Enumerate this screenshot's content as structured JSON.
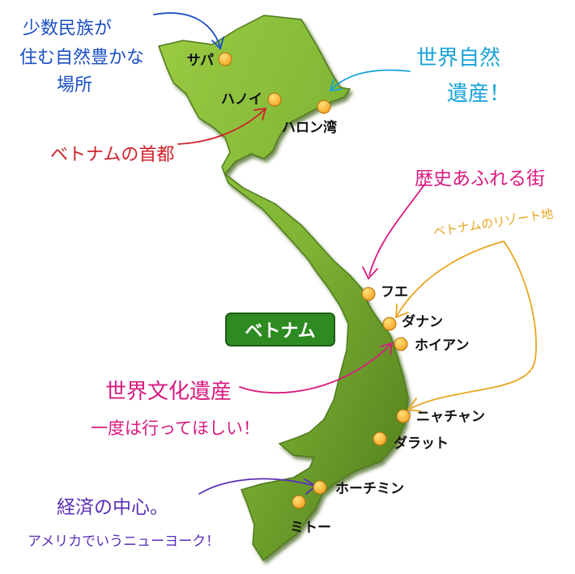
{
  "colors": {
    "land": "#7fb434",
    "land_highlight": "#9acb43",
    "land_shadow": "#4e7a1d",
    "outline": "#4f7a1f",
    "dot": "#f5a623",
    "dot_highlight": "#ffe27a",
    "badge_bg": "#2e8b22",
    "badge_border": "#1d5c14",
    "note_blue": "#1a4fc4",
    "note_cyan": "#19a3d8",
    "note_red": "#d0202a",
    "note_magenta": "#d81b80",
    "note_orange": "#e8a51f",
    "note_purple": "#5a2fb8"
  },
  "country_label": "ベトナム",
  "cities": [
    {
      "id": "sapa",
      "name": "サパ"
    },
    {
      "id": "hanoi",
      "name": "ハノイ"
    },
    {
      "id": "halong",
      "name": "ハロン湾"
    },
    {
      "id": "hue",
      "name": "フエ"
    },
    {
      "id": "danang",
      "name": "ダナン"
    },
    {
      "id": "hoian",
      "name": "ホイアン"
    },
    {
      "id": "nhatrang",
      "name": "ニャチャン"
    },
    {
      "id": "dalat",
      "name": "ダラット"
    },
    {
      "id": "hcmc",
      "name": "ホーチミン"
    },
    {
      "id": "mytho",
      "name": "ミトー"
    }
  ],
  "annotations": {
    "sapa_note": [
      "少数民族が",
      "住む自然豊かな",
      "場所"
    ],
    "halong_note": [
      "世界自然",
      "遺産！"
    ],
    "hanoi_note": "ベトナムの首都",
    "hue_note": "歴史あふれる街",
    "resort_note": "ベトナムのリゾート地",
    "hoian_note": [
      "世界文化遺産",
      "一度は行ってほしい！"
    ],
    "hcmc_note": [
      "経済の中心。",
      "アメリカでいうニューヨーク！"
    ]
  }
}
